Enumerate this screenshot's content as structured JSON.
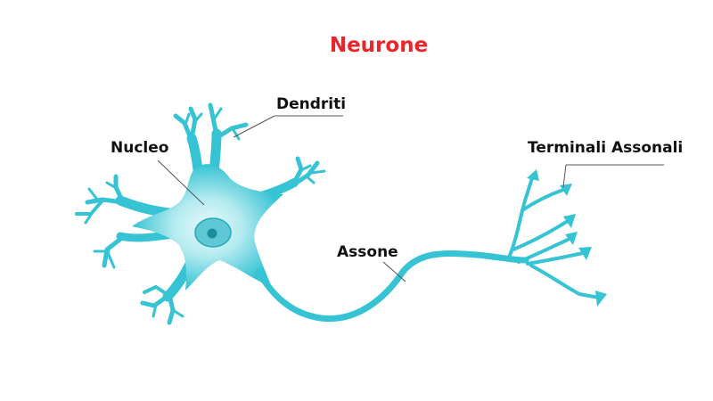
{
  "title": "Neurone",
  "labels": {
    "dendrites": "Dendriti",
    "nucleus": "Nucleo",
    "axon": "Assone",
    "axon_terminals": "Terminali Assonali"
  },
  "colors": {
    "title": "#e8262b",
    "neuron": "#36c3d3",
    "neuron_dark": "#23a9b9",
    "soma_light": "#d6f3f6",
    "nucleus": "#5ec9d4",
    "nucleolus": "#1c8f9e",
    "text": "#111111",
    "leader": "#555555"
  }
}
